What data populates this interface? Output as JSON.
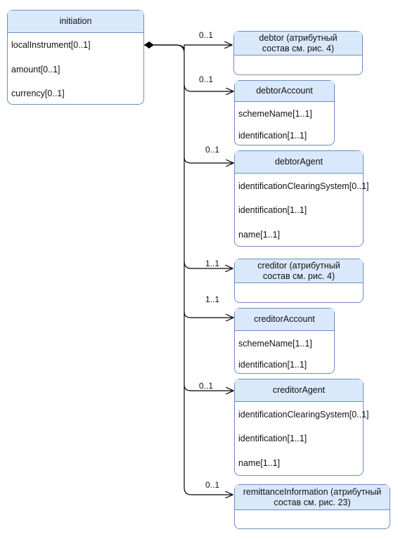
{
  "initiation": {
    "title": "initiation",
    "attributes": [
      "localInstrument[0..1]",
      "amount[0..1]",
      "currency[0..1]"
    ]
  },
  "debtor": {
    "title_line1": "debtor (атрибутный",
    "title_line2": "состав см. рис. 4)",
    "multiplicity": "0..1"
  },
  "debtorAccount": {
    "title": "debtorAccount",
    "attributes": [
      "schemeName[1..1]",
      "identification[1..1]"
    ],
    "multiplicity": "0..1"
  },
  "debtorAgent": {
    "title": "debtorAgent",
    "attributes": [
      "identificationClearingSystem[0..1]",
      "identification[1..1]",
      "name[1..1]"
    ],
    "multiplicity": "0..1"
  },
  "creditor": {
    "title_line1": "creditor (атрибутный",
    "title_line2": "состав см. рис. 4)",
    "multiplicity": "1..1"
  },
  "creditorAccount": {
    "title": "creditorAccount",
    "attributes": [
      "schemeName[1..1]",
      "identification[1..1]"
    ],
    "multiplicity": "1..1"
  },
  "creditorAgent": {
    "title": "creditorAgent",
    "attributes": [
      "identificationClearingSystem[0..1]",
      "identification[1..1]",
      "name[1..1]"
    ],
    "multiplicity": "0..1"
  },
  "remittanceInformation": {
    "title_line1": "remittanceInformation (атрибутный",
    "title_line2": "состав см. рис. 23)",
    "multiplicity": "0..1"
  },
  "colors": {
    "header_fill": "#dae8fc",
    "border": "#6c8ebf",
    "line": "#000000"
  }
}
